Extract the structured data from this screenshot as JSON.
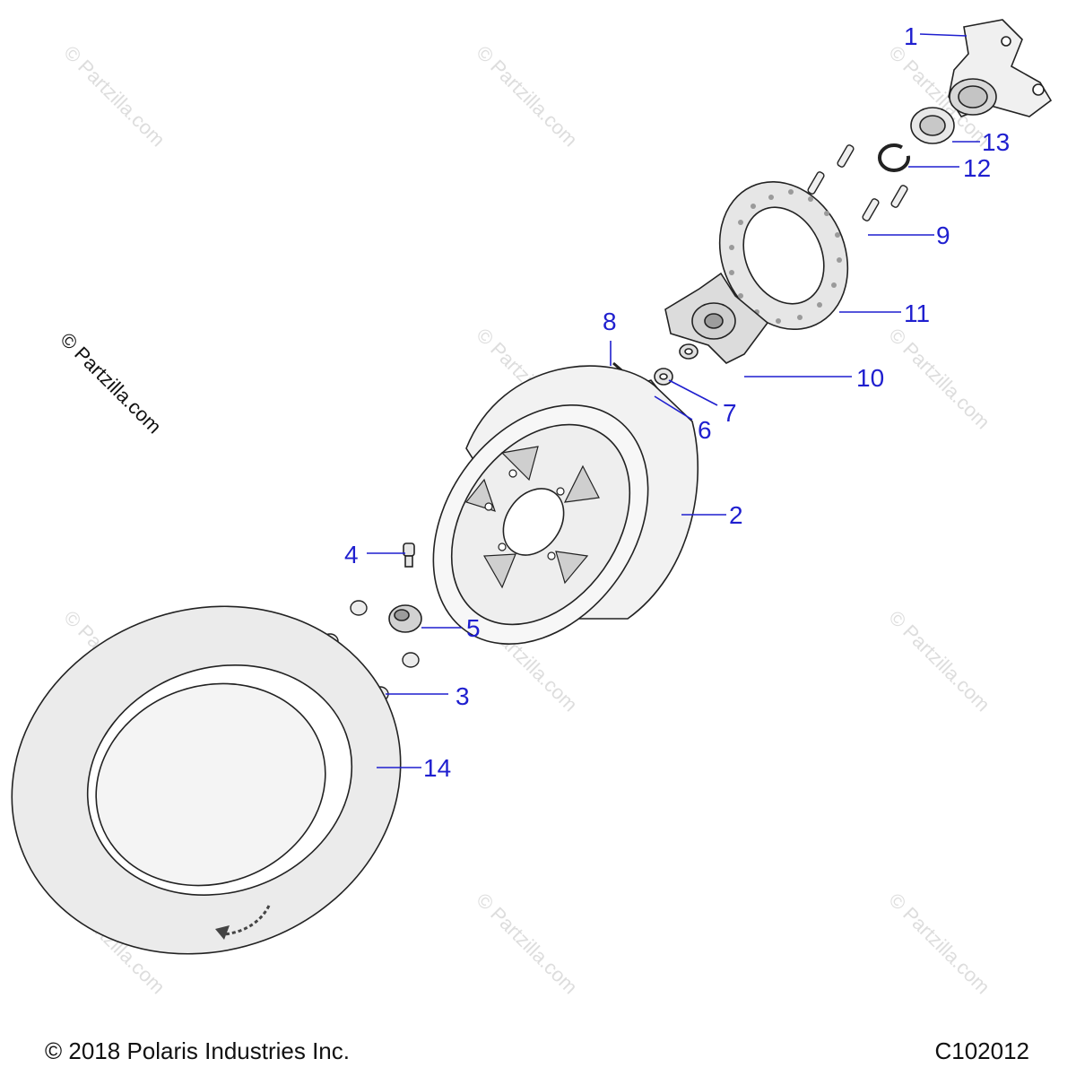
{
  "watermark": "© Partzilla.com",
  "side_watermark": "© Partzilla.com",
  "callouts": [
    "1",
    "2",
    "3",
    "4",
    "5",
    "6",
    "7",
    "8",
    "9",
    "10",
    "11",
    "12",
    "13",
    "14"
  ],
  "footer": {
    "copyright": "© 2018 Polaris Industries Inc.",
    "diagram_id": "C102012"
  }
}
